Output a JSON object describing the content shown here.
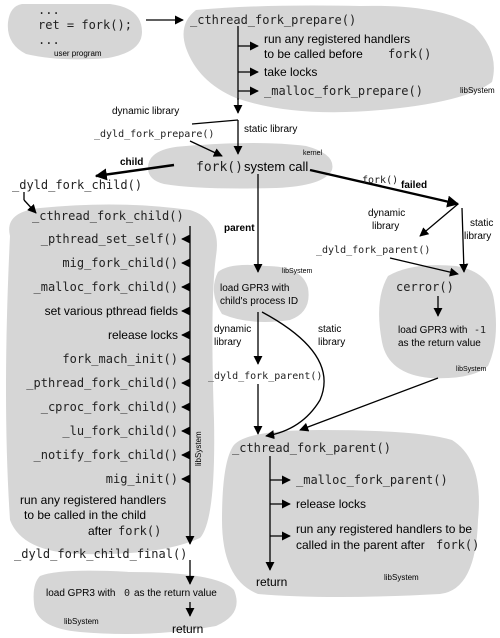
{
  "user_program": {
    "line1": "...",
    "line2": "ret = fork();",
    "line3": "...",
    "label": "user program"
  },
  "prepare": {
    "title": "_cthread_fork_prepare()",
    "step1_line1": "run any registered handlers",
    "step1_line2": "to be called before",
    "step1_fn": "fork()",
    "step2": "take locks",
    "step3": "_malloc_fork_prepare()",
    "lib": "libSystem"
  },
  "mid": {
    "dynamic_library": "dynamic library",
    "static_library": "static library",
    "dyld_fork_prepare": "_dyld_fork_prepare()",
    "fork_fn": "fork()",
    "system_call": "system call",
    "kernel": "kernel"
  },
  "branches": {
    "child": "child",
    "parent": "parent",
    "fork_failed_fn": "fork()",
    "failed": "failed"
  },
  "child_side": {
    "dyld_fork_child": "_dyld_fork_child()",
    "title": "_cthread_fork_child()",
    "items": [
      "_pthread_set_self()",
      "mig_fork_child()",
      "_malloc_fork_child()",
      "set various pthread fields",
      "release locks",
      "fork_mach_init()",
      "_pthread_fork_child()",
      "_cproc_fork_child()",
      "_lu_fork_child()",
      "_notify_fork_child()",
      "mig_init()"
    ],
    "handlers_line1": "run any registered handlers",
    "handlers_line2": "to be called in the child",
    "handlers_line3": "after",
    "handlers_fn": "fork()",
    "lib": "libSystem",
    "dyld_final": "_dyld_fork_child_final()",
    "final_text_pre": "load GPR3 with",
    "final_zero": "0",
    "final_text_post": "as the return value",
    "final_lib": "libSystem",
    "return": "return"
  },
  "parent_side": {
    "lib_top": "libSystem",
    "load_line1": "load GPR3 with",
    "load_line2": "child's process ID",
    "dynamic": "dynamic",
    "library": "library",
    "static": "static",
    "static_library": "library",
    "dyld_fork_parent": "_dyld_fork_parent()",
    "title": "_cthread_fork_parent()",
    "step1": "_malloc_fork_parent()",
    "step2": "release locks",
    "step3_line1": "run any registered handlers to be",
    "step3_line2": "called in the parent after",
    "step3_fn": "fork()",
    "return": "return",
    "lib": "libSystem"
  },
  "error_side": {
    "dynamic": "dynamic",
    "library": "library",
    "static": "static",
    "static_library": "library",
    "dyld_fork_parent": "_dyld_fork_parent()",
    "cerror": "cerror()",
    "load_line1_pre": "load GPR3 with",
    "minus_one": "-1",
    "load_line2": "as the return value",
    "lib": "libSystem"
  }
}
